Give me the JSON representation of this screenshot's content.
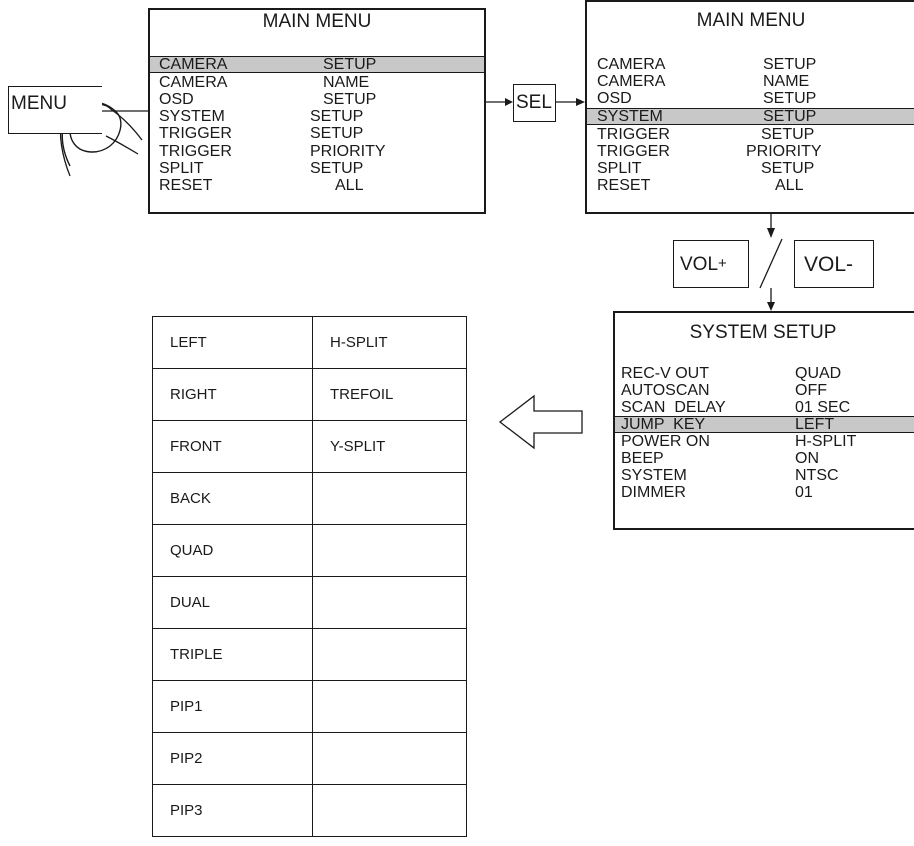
{
  "main_menu": {
    "title": "MAIN MENU",
    "items": [
      {
        "left": "CAMERA",
        "right": "SETUP"
      },
      {
        "left": "CAMERA",
        "right": "NAME"
      },
      {
        "left": "OSD",
        "right": "SETUP"
      },
      {
        "left": "SYSTEM",
        "right": "SETUP"
      },
      {
        "left": "TRIGGER",
        "right": "SETUP"
      },
      {
        "left": "TRIGGER",
        "right": "PRIORITY"
      },
      {
        "left": "SPLIT",
        "right": "SETUP"
      },
      {
        "left": "RESET",
        "right": "ALL"
      }
    ]
  },
  "buttons": {
    "menu": "MENU",
    "sel": "SEL",
    "vol_plus_text": "VOL",
    "vol_plus_sign": "+",
    "vol_minus": "VOL-",
    "slash": "/"
  },
  "system_setup": {
    "title": "SYSTEM SETUP",
    "items": [
      {
        "left": "REC-V OUT",
        "right": "QUAD"
      },
      {
        "left": "AUTOSCAN",
        "right": "OFF"
      },
      {
        "left": "SCAN  DELAY",
        "right": "01 SEC"
      },
      {
        "left": "JUMP  KEY",
        "right": "LEFT"
      },
      {
        "left": "POWER ON",
        "right": "H-SPLIT"
      },
      {
        "left": "BEEP",
        "right": "ON"
      },
      {
        "left": "SYSTEM",
        "right": "NTSC"
      },
      {
        "left": "DIMMER",
        "right": "01"
      }
    ]
  },
  "jump_key_table": {
    "rows": [
      [
        "LEFT",
        "H-SPLIT"
      ],
      [
        "RIGHT",
        "TREFOIL"
      ],
      [
        "FRONT",
        "Y-SPLIT"
      ],
      [
        "BACK",
        ""
      ],
      [
        "QUAD",
        ""
      ],
      [
        "DUAL",
        ""
      ],
      [
        "TRIPLE",
        ""
      ],
      [
        "PIP1",
        ""
      ],
      [
        "PIP2",
        ""
      ],
      [
        "PIP3",
        ""
      ]
    ]
  }
}
